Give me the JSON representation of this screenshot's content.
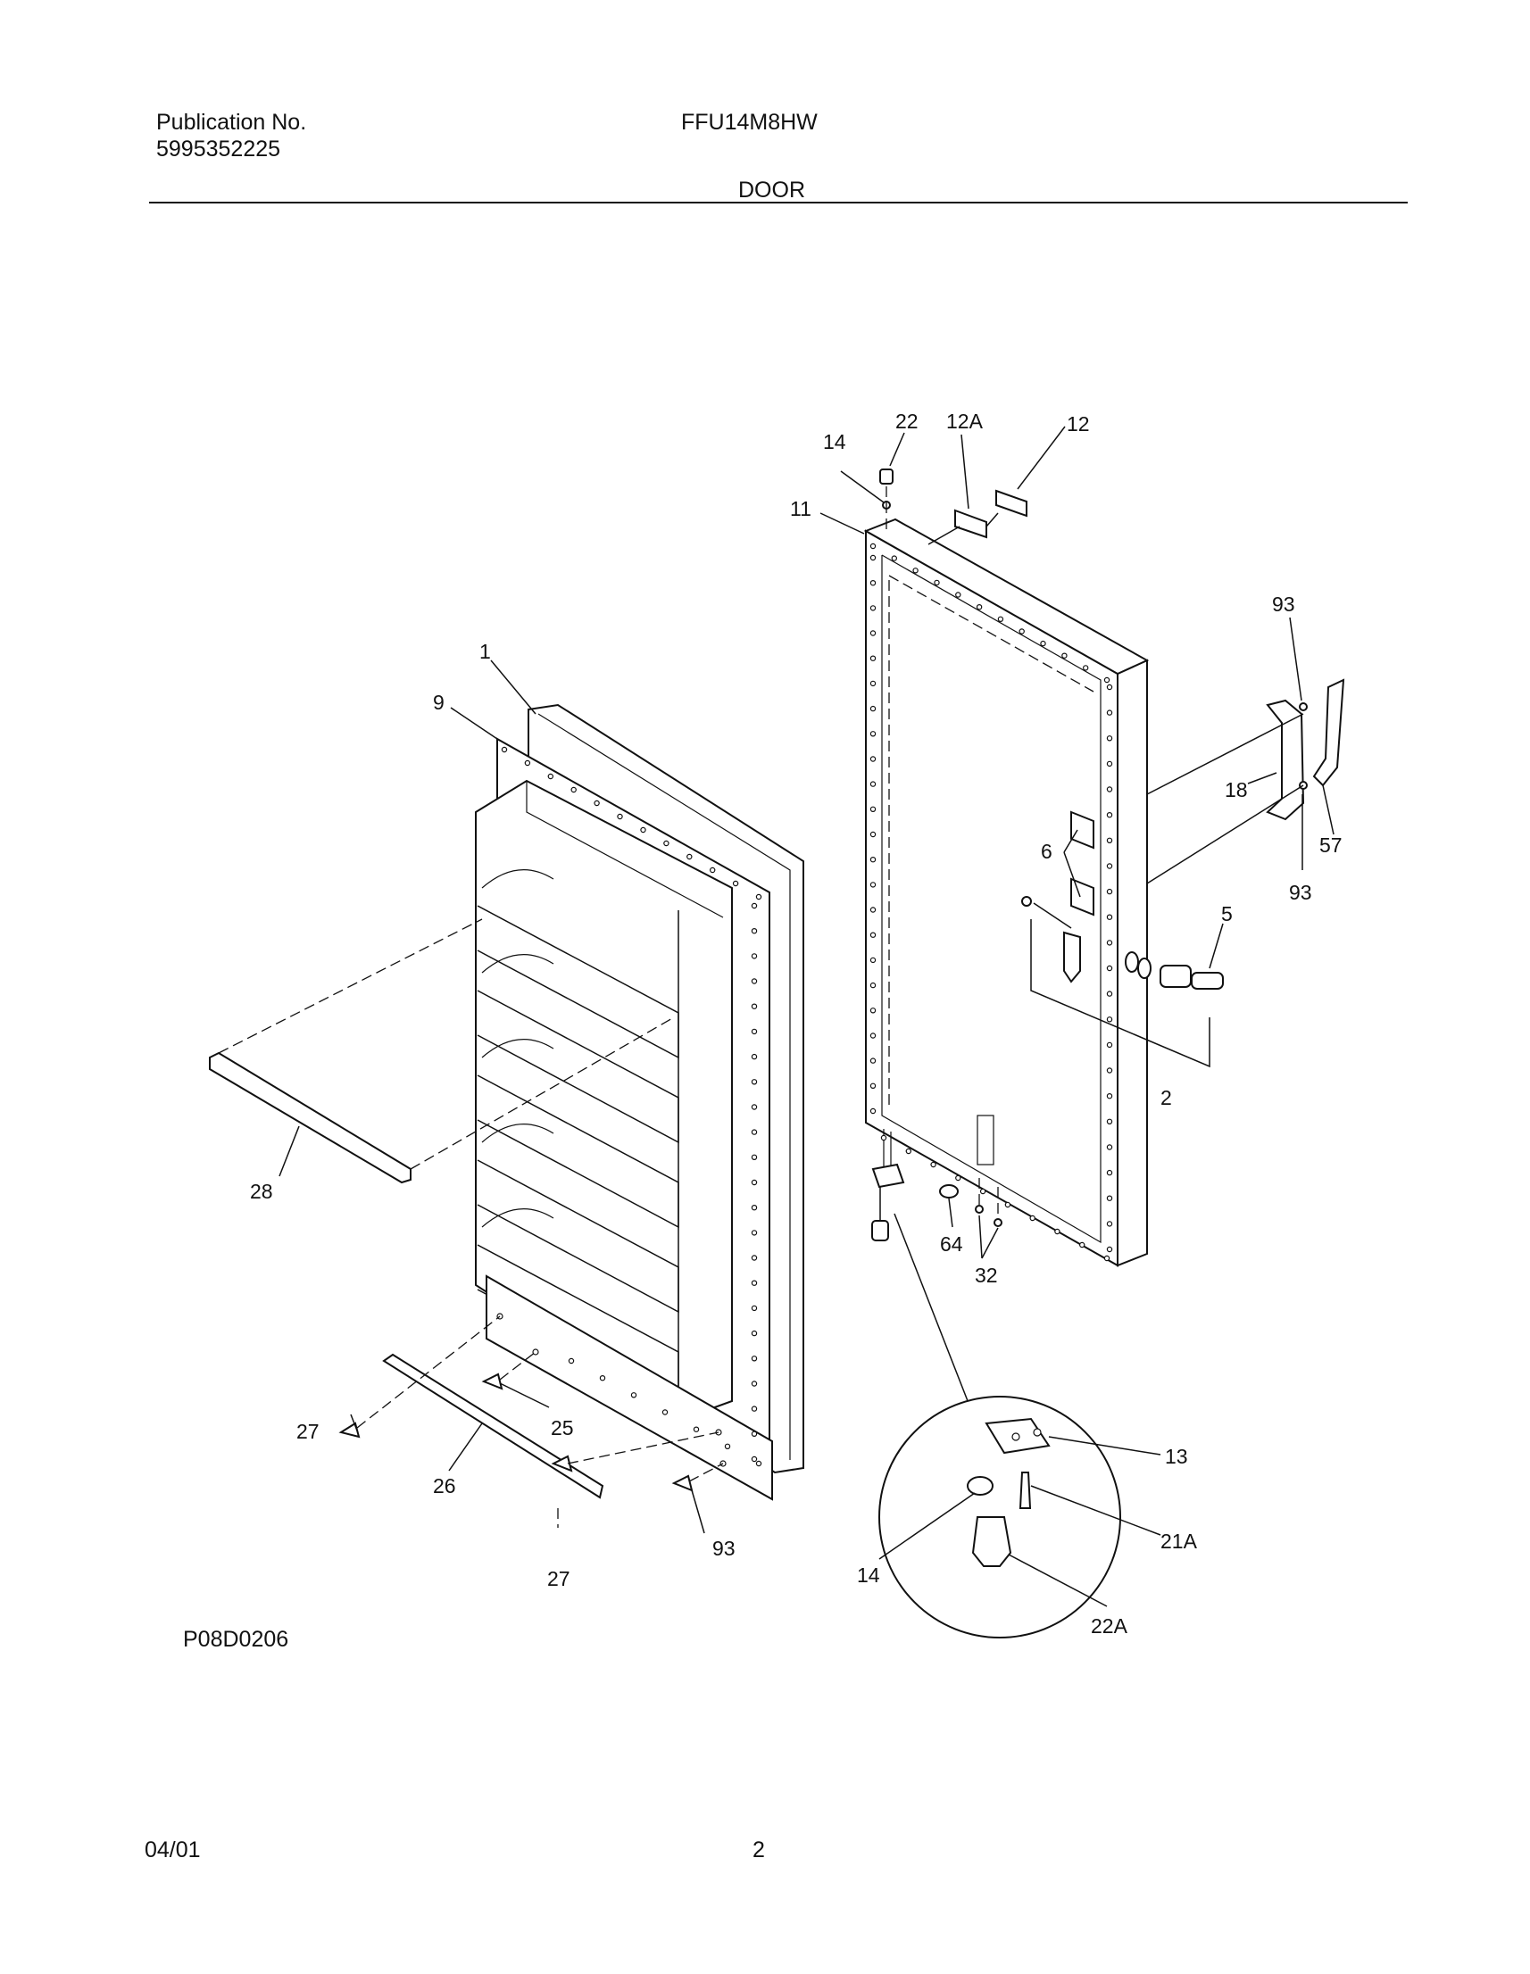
{
  "header": {
    "publication_label": "Publication No.",
    "publication_number": "5995352225",
    "model": "FFU14M8HW",
    "section": "DOOR"
  },
  "diagram": {
    "code": "P08D0206",
    "labels": {
      "l22": "22",
      "l14": "14",
      "l12a": "12A",
      "l12": "12",
      "l11": "11",
      "l93a": "93",
      "l1": "1",
      "l9": "9",
      "l18": "18",
      "l57": "57",
      "l6": "6",
      "l93b": "93",
      "l5": "5",
      "l2": "2",
      "l28": "28",
      "l64": "64",
      "l32": "32",
      "l27a": "27",
      "l25": "25",
      "l26": "26",
      "l93c": "93",
      "l27b": "27",
      "l13": "13",
      "l21a": "21A",
      "l14b": "14",
      "l22a": "22A"
    }
  },
  "footer": {
    "date": "04/01",
    "page": "2"
  }
}
